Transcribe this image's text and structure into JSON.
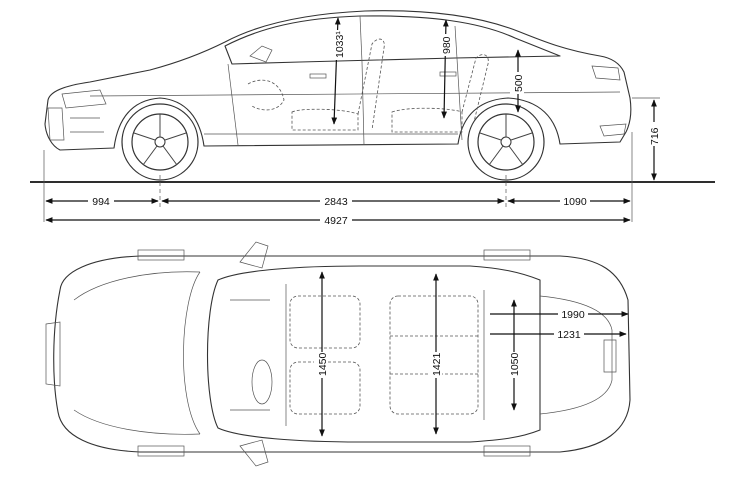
{
  "dimensions": {
    "front_overhang": "994",
    "wheelbase": "2843",
    "rear_overhang": "1090",
    "overall_length": "4927",
    "front_headroom": "1033¹",
    "rear_headroom": "980",
    "door_sill_height": "500",
    "overall_height": "716",
    "front_shoulder_width": "1450",
    "rear_shoulder_width": "1421",
    "trunk_width": "1050",
    "overall_width": "1990",
    "trunk_opening_width": "1231"
  }
}
